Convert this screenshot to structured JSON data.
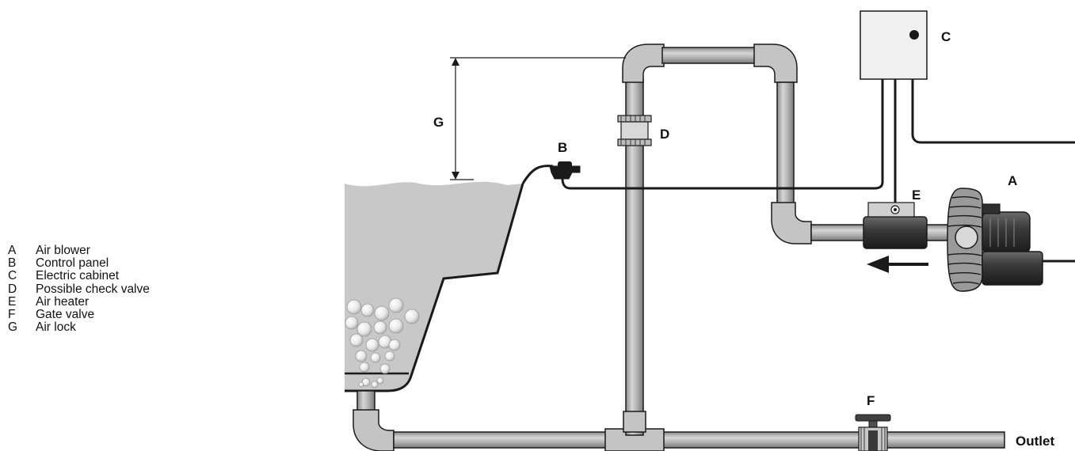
{
  "legend": [
    {
      "letter": "A",
      "text": "Air blower"
    },
    {
      "letter": "B",
      "text": "Control panel"
    },
    {
      "letter": "C",
      "text": "Electric cabinet"
    },
    {
      "letter": "D",
      "text": "Possible check valve"
    },
    {
      "letter": "E",
      "text": "Air heater"
    },
    {
      "letter": "F",
      "text": "Gate valve"
    },
    {
      "letter": "G",
      "text": "Air lock"
    }
  ],
  "callouts": {
    "a": "A",
    "b": "B",
    "c": "C",
    "d": "D",
    "e": "E",
    "f": "F",
    "g": "G",
    "outlet": "Outlet"
  },
  "colors": {
    "pipe_light": "#d0d0d0",
    "pipe_mid": "#a8a8a8",
    "pipe_dark": "#7a7a7a",
    "water": "#c8c8c8",
    "cabinet": "#f0f0f0",
    "motor_dark": "#404040",
    "outline": "#1a1a1a"
  }
}
